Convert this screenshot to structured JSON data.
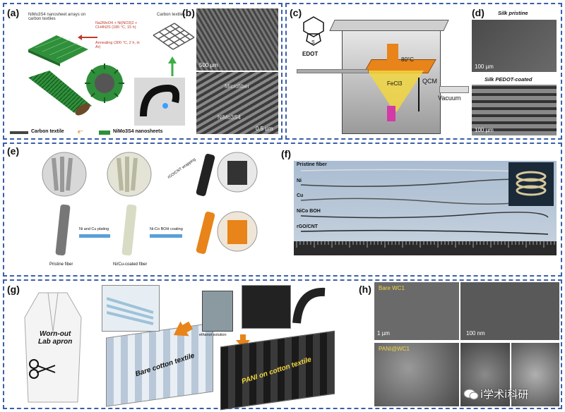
{
  "panels": {
    "a": {
      "label": "(a)",
      "title": "NiMo3S4 nanosheet arrays on carbon textiles",
      "conditions": "Na2MoO4 + Ni(NO3)2 + CH4N2S (180 °C, 15 h)",
      "annealing": "Annealing (300 °C, 2 h, in Ar)",
      "carbon_textiles": "Carbon textiles",
      "legend_carbon": "Carbon textile",
      "legend_e": "e⁻",
      "legend_nimos": "NiMo3S4 nanosheets"
    },
    "b": {
      "label": "(b)",
      "scale_top": "500 µm",
      "scale_bottom": "0.5 µm",
      "mid_text": "Microfiber",
      "low_text": "NiMo3S4"
    },
    "c": {
      "label": "(c)",
      "edot": "EDOT",
      "temp": "80°C",
      "fecl3": "FeCl3",
      "qcm": "QCM",
      "vacuum": "Vacuum"
    },
    "d": {
      "label": "(d)",
      "top_title": "Silk pristine",
      "bottom_title": "Silk PEDOT-coated",
      "scale": "100 µm"
    },
    "e": {
      "label": "(e)",
      "step1": "Ni and Cu plating",
      "step2": "Ni-Co BOH coating",
      "step3": "rGO/CNT wrapping",
      "fiber1": "Pristine fiber",
      "fiber2": "Ni/Cu-coated fiber"
    },
    "f": {
      "label": "(f)",
      "rows": [
        "Pristine fiber",
        "Ni",
        "Cu",
        "NiCo BOH",
        "rGO/CNT"
      ]
    },
    "g": {
      "label": "(g)",
      "apron": "Worn-out\nLab apron",
      "bare": "Bare cotton textile",
      "pani": "PANI on cotton textile",
      "solution": "ethanol solution"
    },
    "h": {
      "label": "(h)",
      "top": "Bare WC1",
      "bottom": "PANI@WC1",
      "scale1": "1 µm",
      "scale2": "100 nm"
    }
  },
  "watermark": "i学术i科研",
  "colors": {
    "border": "#3a5fa8",
    "green": "#2f8f3a",
    "orange": "#e8841a",
    "sem": "#5a5a5a"
  }
}
